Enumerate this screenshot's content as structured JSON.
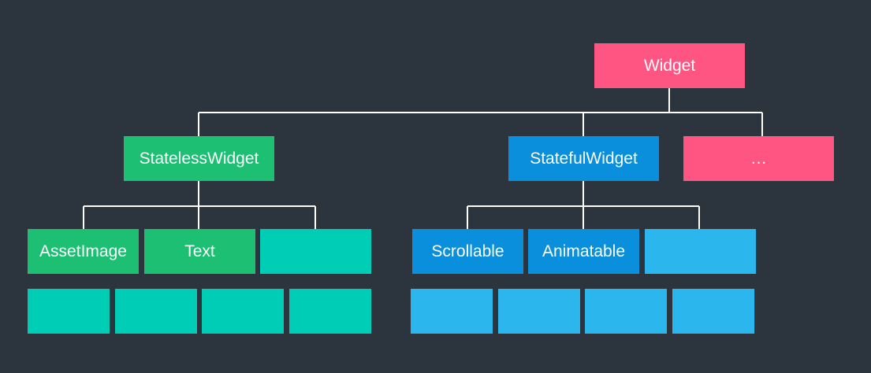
{
  "colors": {
    "background": "#2c353d",
    "connector": "#ffffff",
    "root": "#ff5582",
    "stateless": "#1dbf73",
    "stateless_leaf": "#00cdb5",
    "stateful": "#0a8fdc",
    "stateful_leaf": "#2bb7ee"
  },
  "nodes": {
    "widget": "Widget",
    "more": "…",
    "stateless_widget": "StatelessWidget",
    "stateful_widget": "StatefulWidget",
    "asset_image": "AssetImage",
    "text": "Text",
    "scrollable": "Scrollable",
    "animatable": "Animatable"
  }
}
